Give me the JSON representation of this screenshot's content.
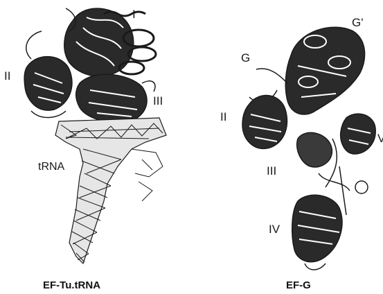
{
  "panels": [
    {
      "caption": "EF-Tu.tRNA",
      "labels": {
        "domain_1": "I",
        "domain_2": "II",
        "domain_3": "III",
        "trna": "tRNA"
      }
    },
    {
      "caption": "EF-G",
      "labels": {
        "g_prime": "G'",
        "g": "G",
        "domain_2": "II",
        "domain_3": "III",
        "domain_4": "IV",
        "domain_5": "V"
      }
    }
  ],
  "colors": {
    "ink": "#1a1a1a",
    "background": "#ffffff"
  }
}
